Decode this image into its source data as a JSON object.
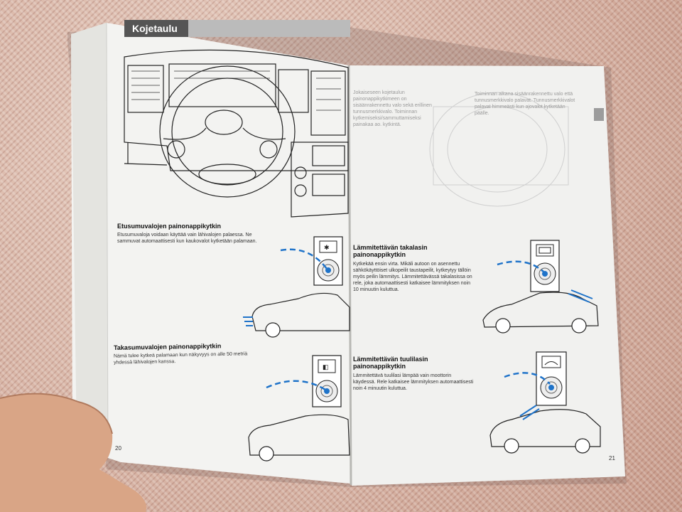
{
  "left_page": {
    "section_title": "Kojetaulu",
    "fog_front": {
      "heading": "Etusumuvalojen painonappikytkin",
      "body": "Etusumuvaloja voidaan käyttää vain lähivalojen palaessa. Ne sammuvat automaattisesti kun kaukovalot kytketään palamaan."
    },
    "fog_rear": {
      "heading": "Takasumuvalojen painonappikytkin",
      "body": "Nämä tulee kytkeä palamaan kun näkyvyys on alle 50 metriä yhdessä lähivalojen kanssa."
    },
    "page_number": "20"
  },
  "right_page": {
    "intro_col1": "Jokaiseseen kojetaulun painonappikytkimeen on sisäänrakennettu valo sekä erillinen tunnusmerkkivalo. Toiminnan kytkemiseksi/sammuttamiseksi painakaa ao. kytkintä.",
    "intro_col2": "Toiminnan aikana sisäänrakennettu valo että tunnusmerkkivalo palavat. Tunnusmerkkivalot palavat himmeästi kun ajovalot kytketään päälle.",
    "rear_defrost": {
      "heading": "Lämmitettävän takalasin painonappikytkin",
      "body": "Kytkekää ensin virta. Mikäli autoon on asennettu sähkökäyttöiset ulkopeilit taustapeilit, kytkeytyy tällöin myös peilin lämmitys. Lämmitettävässä takalasissa on rele, joka automaattisesti katkaisee lämmityksen noin 10 minuutin kuluttua."
    },
    "windshield_heat": {
      "heading": "Lämmitettävän tuulilasin painonappikytkin",
      "body": "Lämmitettävä tuulilasi lämpää vain moottorin käydessä. Rele katkaisee lämmityksen automaattisesti noin 4 minuutin kuluttua."
    },
    "page_number": "21"
  },
  "colors": {
    "accent_blue": "#1f73c9",
    "page": "#f4f4f2",
    "title_bar": "#555555"
  }
}
